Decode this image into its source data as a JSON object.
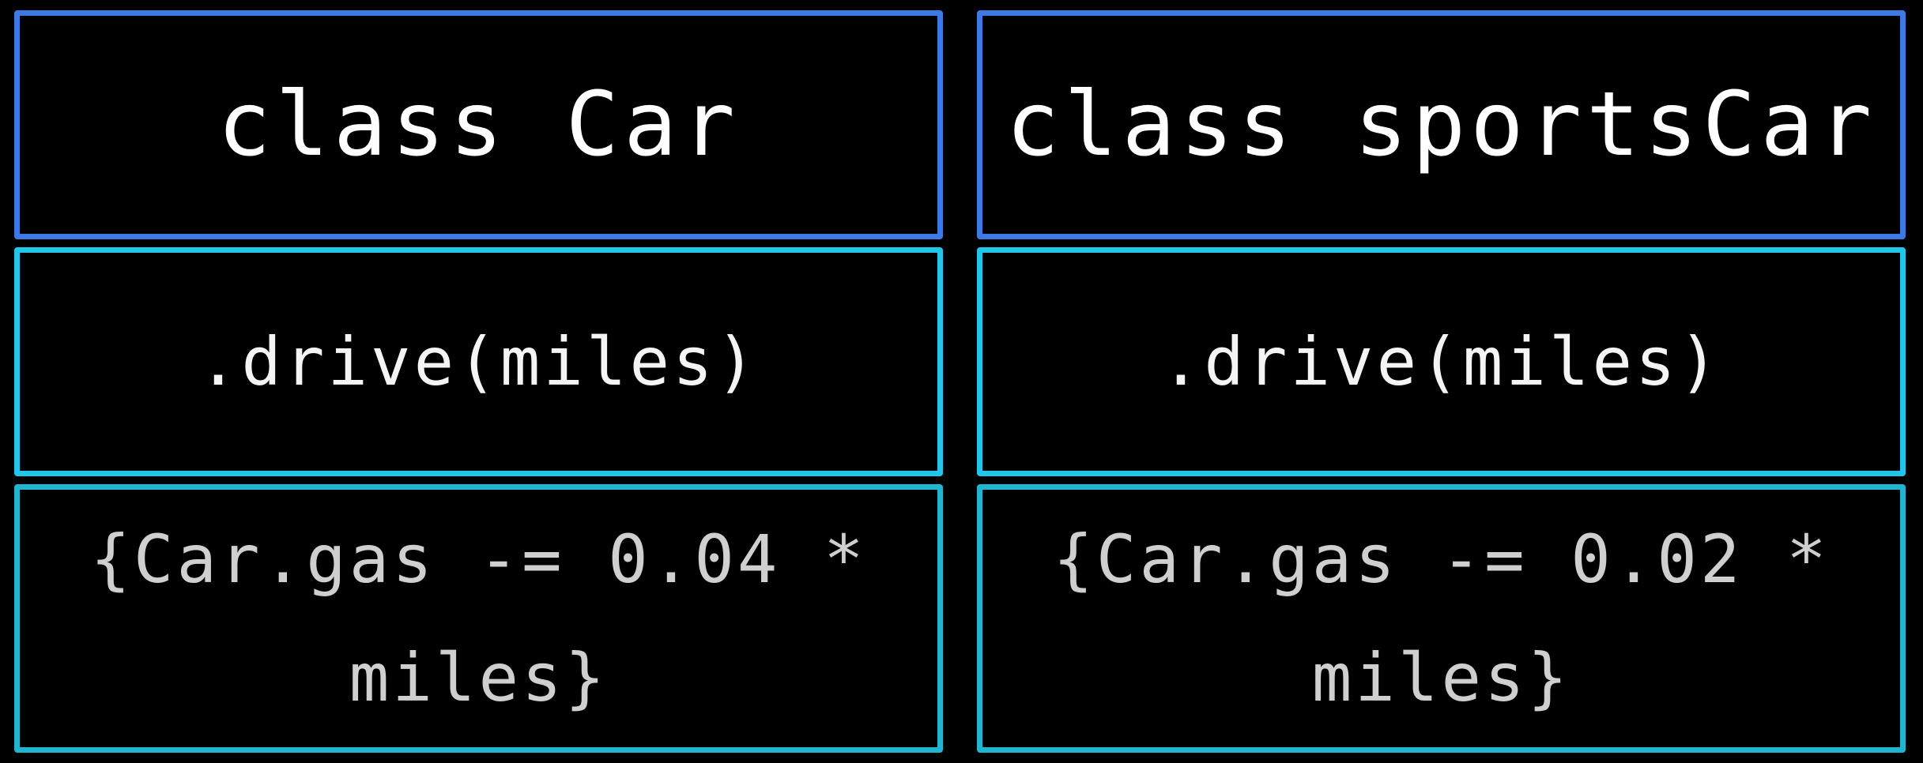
{
  "classes": [
    {
      "name": "class Car",
      "method": ".drive(miles)",
      "body_line1": "{Car.gas -= 0.04 *",
      "body_line2": "miles}"
    },
    {
      "name": "class sportsCar",
      "method": ".drive(miles)",
      "body_line1": "{Car.gas -= 0.02 *",
      "body_line2": "miles}"
    }
  ],
  "colors": {
    "background": "#000000",
    "class_name_border": "#3d7ae3",
    "method_border": "#21c6ea",
    "body_border": "#21b5d0"
  }
}
